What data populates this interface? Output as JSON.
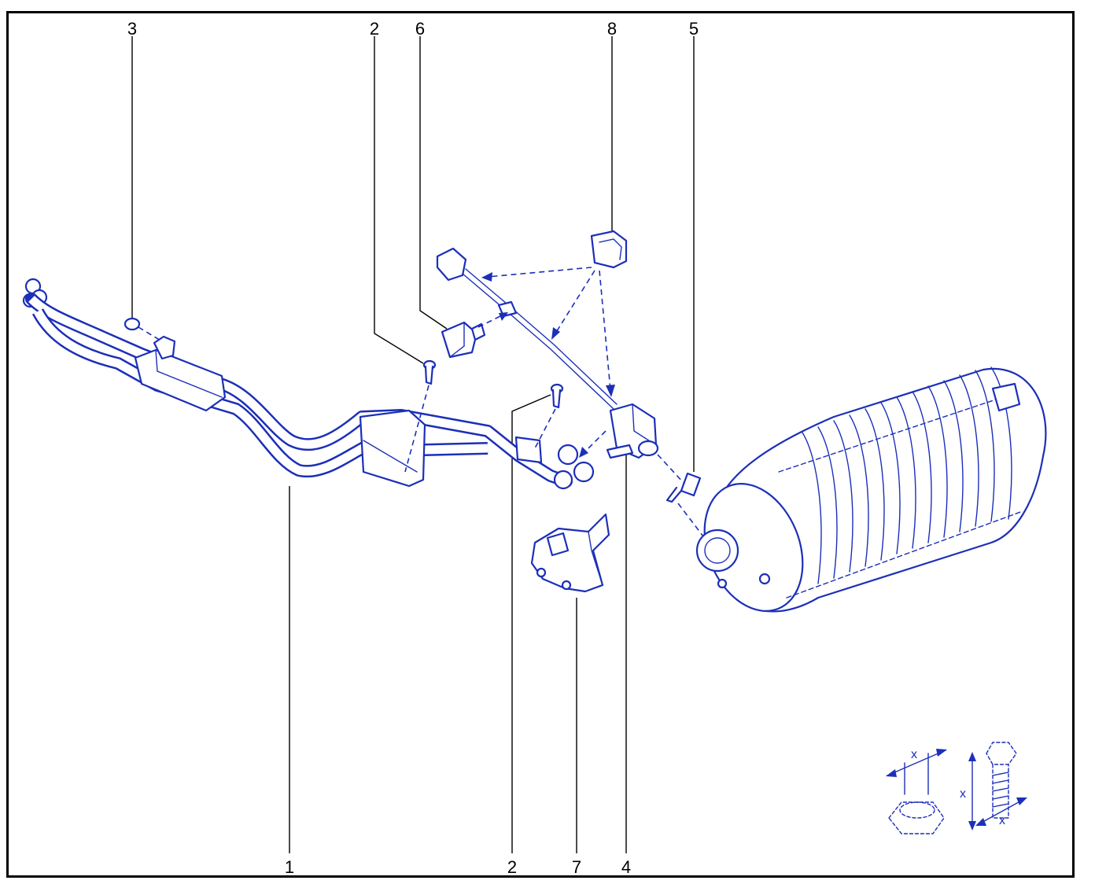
{
  "callouts": [
    {
      "id": "c3",
      "label": "3"
    },
    {
      "id": "c2a",
      "label": "2"
    },
    {
      "id": "c6",
      "label": "6"
    },
    {
      "id": "c8",
      "label": "8"
    },
    {
      "id": "c5",
      "label": "5"
    },
    {
      "id": "c1",
      "label": "1"
    },
    {
      "id": "c2b",
      "label": "2"
    },
    {
      "id": "c7",
      "label": "7"
    },
    {
      "id": "c4",
      "label": "4"
    }
  ],
  "torque_symbols": {
    "nut_dim_label": "x",
    "bolt_height_label": "x",
    "bolt_width_label": "x"
  },
  "colors": {
    "line_art": "#1c2fb8",
    "leader": "#000000",
    "frame": "#000000"
  }
}
